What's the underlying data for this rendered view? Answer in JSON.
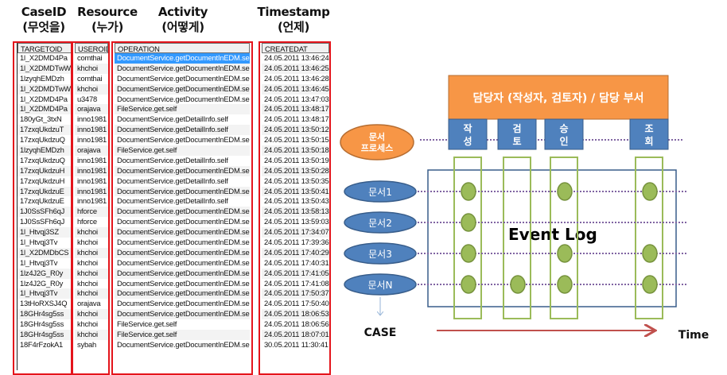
{
  "column_headers": [
    {
      "title": "CaseID",
      "subtitle": "(무엇을)"
    },
    {
      "title": "Resource",
      "subtitle": "(누가)"
    },
    {
      "title": "Activity",
      "subtitle": "(어떻게)"
    },
    {
      "title": "Timestamp",
      "subtitle": "(언제)"
    }
  ],
  "table": {
    "columns": [
      "TARGETOID",
      "USEROID",
      "OPERATION",
      "CREATEDAT"
    ],
    "selected_row": 0,
    "rows": [
      [
        "1l_X2DMD4Pa",
        "comthai",
        "DocumentService.getDocumentInEDM.self",
        "24.05.2011 13:46:24"
      ],
      [
        "1l_X2DMDTwW",
        "khchoi",
        "DocumentService.getDocumentInEDM.self",
        "24.05.2011 13:46:25"
      ],
      [
        "1lzyqhEMDzh",
        "comthai",
        "DocumentService.getDocumentInEDM.self",
        "24.05.2011 13:46:28"
      ],
      [
        "1l_X2DMDTwW",
        "khchoi",
        "DocumentService.getDocumentInEDM.self",
        "24.05.2011 13:46:45"
      ],
      [
        "1l_X2DMD4Pa",
        "u3478",
        "DocumentService.getDocumentInEDM.self",
        "24.05.2011 13:47:03"
      ],
      [
        "1l_X2DMD4Pa",
        "orajava",
        "FileService.get.self",
        "24.05.2011 13:48:17"
      ],
      [
        "180yGt_3txN",
        "inno1981",
        "DocumentService.getDetailInfo.self",
        "24.05.2011 13:48:17"
      ],
      [
        "17zxqUkdzuT",
        "inno1981",
        "DocumentService.getDetailInfo.self",
        "24.05.2011 13:50:12"
      ],
      [
        "17zxqUkdzuQ",
        "inno1981",
        "DocumentService.getDocumentInEDM.self",
        "24.05.2011 13:50:15"
      ],
      [
        "1lzyqhEMDzh",
        "orajava",
        "FileService.get.self",
        "24.05.2011 13:50:18"
      ],
      [
        "17zxqUkdzuQ",
        "inno1981",
        "DocumentService.getDetailInfo.self",
        "24.05.2011 13:50:19"
      ],
      [
        "17zxqUkdzuH",
        "inno1981",
        "DocumentService.getDocumentInEDM.self",
        "24.05.2011 13:50:28"
      ],
      [
        "17zxqUkdzuH",
        "inno1981",
        "DocumentService.getDetailInfo.self",
        "24.05.2011 13:50:35"
      ],
      [
        "17zxqUkdzuE",
        "inno1981",
        "DocumentService.getDocumentInEDM.self",
        "24.05.2011 13:50:41"
      ],
      [
        "17zxqUkdzuE",
        "inno1981",
        "DocumentService.getDetailInfo.self",
        "24.05.2011 13:50:43"
      ],
      [
        "1J0SsSFh6qJ",
        "hforce",
        "DocumentService.getDocumentInEDM.self",
        "24.05.2011 13:58:13"
      ],
      [
        "1J0SsSFh6qJ",
        "hforce",
        "DocumentService.getDocumentInEDM.self",
        "24.05.2011 13:59:03"
      ],
      [
        "1l_Htvqj3SZ",
        "khchoi",
        "DocumentService.getDocumentInEDM.self",
        "24.05.2011 17:34:07"
      ],
      [
        "1l_Htvqj3Tv",
        "khchoi",
        "DocumentService.getDocumentInEDM.self",
        "24.05.2011 17:39:36"
      ],
      [
        "1l_X2DMDbCS",
        "khchoi",
        "DocumentService.getDocumentInEDM.self",
        "24.05.2011 17:40:29"
      ],
      [
        "1l_Htvqj3Tv",
        "khchoi",
        "DocumentService.getDocumentInEDM.self",
        "24.05.2011 17:40:31"
      ],
      [
        "1lz4J2G_R0y",
        "khchoi",
        "DocumentService.getDocumentInEDM.self",
        "24.05.2011 17:41:05"
      ],
      [
        "1lz4J2G_R0y",
        "khchoi",
        "DocumentService.getDocumentInEDM.self",
        "24.05.2011 17:41:08"
      ],
      [
        "1l_Htvqj3Tv",
        "khchoi",
        "DocumentService.getDocumentInEDM.self",
        "24.05.2011 17:50:37"
      ],
      [
        "13tHoRXSJ4Q",
        "orajava",
        "DocumentService.getDocumentInEDM.self",
        "24.05.2011 17:50:40"
      ],
      [
        "18GHr4sg5ss",
        "khchoi",
        "DocumentService.getDocumentInEDM.self",
        "24.05.2011 18:06:53"
      ],
      [
        "18GHr4sg5ss",
        "khchoi",
        "FileService.get.self",
        "24.05.2011 18:06:56"
      ],
      [
        "18GHr4sg5ss",
        "khchoi",
        "FileService.get.self",
        "24.05.2011 18:07:01"
      ],
      [
        "18F4rFzokA1",
        "sybah",
        "DocumentService.getDocumentInEDM.self",
        "30.05.2011 11:30:41"
      ]
    ]
  },
  "diagram": {
    "resource_box": "담당자 (작성자, 검토자) / 담당 부서",
    "process_label": [
      "문서",
      "프로세스"
    ],
    "activities": [
      {
        "line1": "작",
        "line2": "성"
      },
      {
        "line1": "검",
        "line2": "토"
      },
      {
        "line1": "승",
        "line2": "인"
      },
      {
        "line1": "조",
        "line2": "회"
      }
    ],
    "cases": [
      "문서1",
      "문서2",
      "문서3",
      "문서N"
    ],
    "event_log_label": "Event Log",
    "case_axis_label": "CASE",
    "time_axis_label": "Time",
    "events": [
      {
        "case": 0,
        "activity": 0
      },
      {
        "case": 0,
        "activity": 2
      },
      {
        "case": 0,
        "activity": 3
      },
      {
        "case": 1,
        "activity": 0
      },
      {
        "case": 2,
        "activity": 0
      },
      {
        "case": 2,
        "activity": 2
      },
      {
        "case": 2,
        "activity": 3
      },
      {
        "case": 3,
        "activity": 0
      },
      {
        "case": 3,
        "activity": 1
      },
      {
        "case": 3,
        "activity": 2
      },
      {
        "case": 3,
        "activity": 3
      }
    ],
    "colors": {
      "orange": "#f79646",
      "blue": "#4f81bd",
      "dark_blue": "#385d8a",
      "green": "#9bbb59",
      "green_stroke": "#76923c",
      "dotted": "#8064a2",
      "arrow": "#c0504d",
      "table_border": "#e4141b",
      "selection": "#3399ff"
    }
  }
}
